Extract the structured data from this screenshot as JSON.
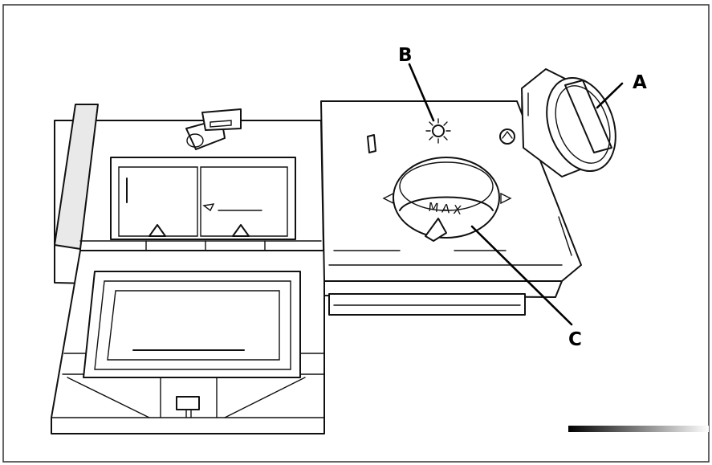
{
  "labels": {
    "a": "A",
    "b": "B",
    "c": "C",
    "max": "MAX"
  },
  "colors": {
    "line": "#111111",
    "background": "#ffffff"
  }
}
